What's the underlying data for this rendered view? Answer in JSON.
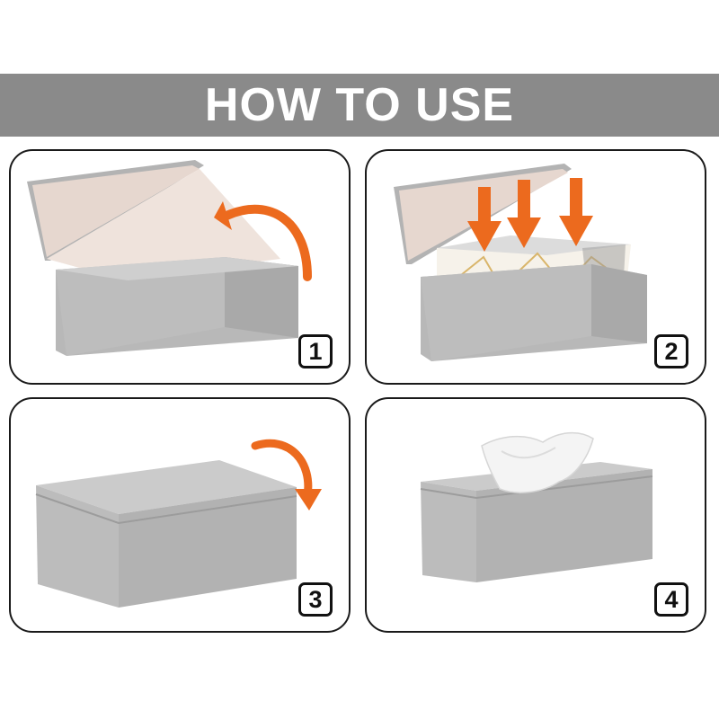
{
  "header": {
    "title": "HOW TO USE"
  },
  "steps": [
    {
      "number": "1",
      "action": "open-lid"
    },
    {
      "number": "2",
      "action": "insert-tissues"
    },
    {
      "number": "3",
      "action": "close-lid"
    },
    {
      "number": "4",
      "action": "pull-tissue"
    }
  ],
  "colors": {
    "banner": "#8a8a8a",
    "box_gray": "#b9b9b9",
    "lining": "#e8d9d2",
    "arrow_orange": "#ec6a1e",
    "panel_border": "#1a1a1a"
  }
}
